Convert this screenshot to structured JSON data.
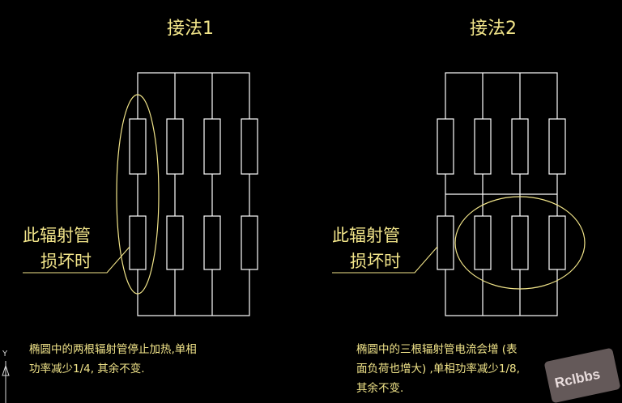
{
  "colors": {
    "background": "#000000",
    "wire": "#ffffff",
    "annotation": "#f2e58a"
  },
  "left": {
    "title": "接法1",
    "callout": {
      "line1": "此辐射管",
      "line2": "损坏时"
    },
    "note": {
      "line1": "椭圆中的两根辐射管停止加热,单相",
      "line2": "功率减少1/4, 其余不变."
    }
  },
  "right": {
    "title": "接法2",
    "callout": {
      "line1": "此辐射管",
      "line2": "损坏时"
    },
    "note": {
      "line1": "椭圆中的三根辐射管电流会增 (表",
      "line2": "面负荷也增大) ,单相功率减少1/8,",
      "line3": "其余不变."
    }
  },
  "ucs_axis_label": "Y",
  "watermark": "Rclbbs"
}
